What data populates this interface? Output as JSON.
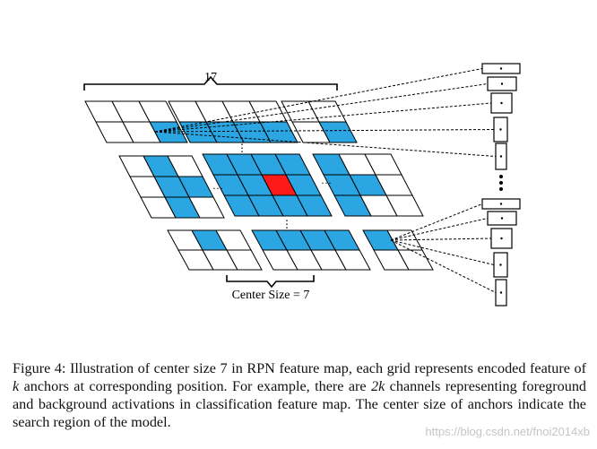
{
  "figure": {
    "top_label": "17",
    "bottom_label": "Center Size = 7",
    "ellipsis_vertical": "⋮",
    "ellipsis_horizontal": "···",
    "colors": {
      "cell_blue": "#2ba6e2",
      "cell_red": "#ff1a1a",
      "cell_white": "#ffffff",
      "stroke": "#000000"
    }
  },
  "caption": {
    "label": "Figure 4:",
    "part1": "Illustration of center size 7 in RPN feature map, each grid represents encoded feature of",
    "var_k": "k",
    "part2": "anchors at corresponding position. For example, there are",
    "var_2k": "2k",
    "part3": "channels representing foreground and background activations in classification feature map. The center size of anchors indicate the search region of the model."
  },
  "watermark": "https://blog.csdn.net/fnoi2014xb"
}
